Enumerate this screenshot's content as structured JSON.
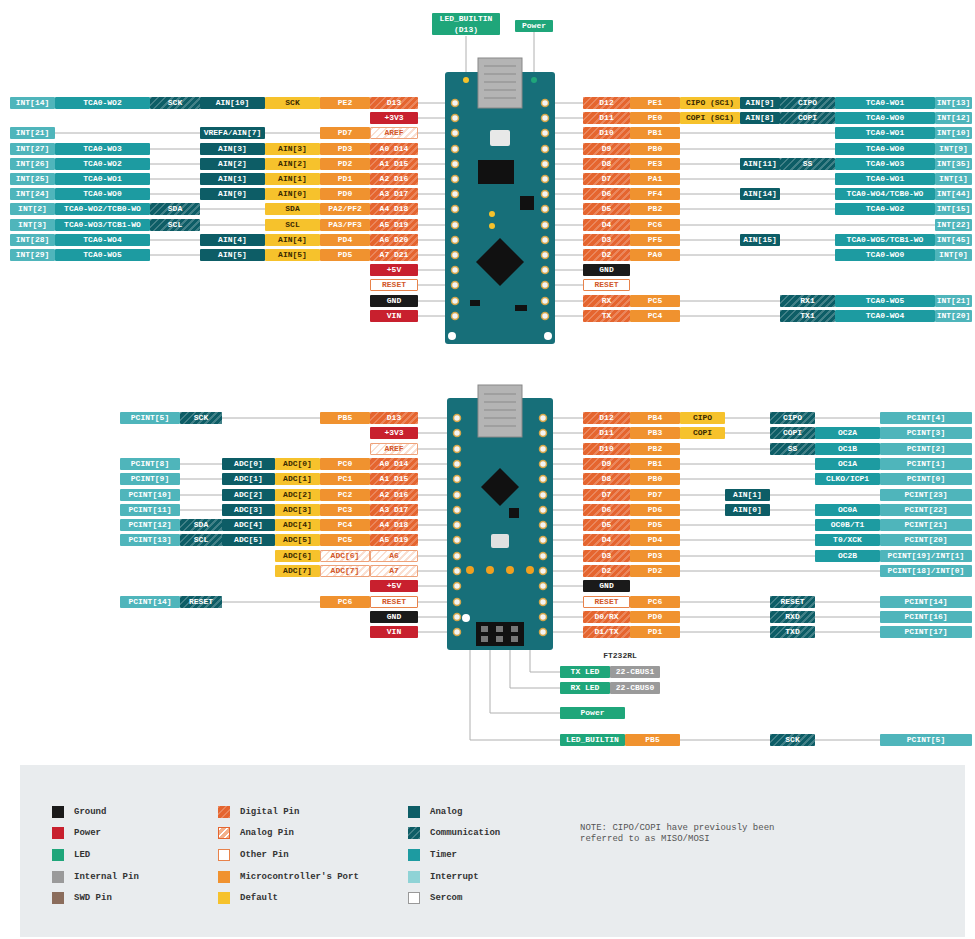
{
  "diagram": {
    "labels": [
      "LED_BUILTIN (D13)",
      "Power",
      "INT[14]",
      "TCA0-WO2",
      "SCK",
      "AIN[10]",
      "SCK",
      "PE2",
      "D13",
      "D12",
      "PE1",
      "CIPO (SC1)",
      "AIN[9]",
      "CIPO",
      "TCA0-WO1",
      "INT[13]",
      "+3V3",
      "D11",
      "PE0",
      "COPI (SC1)",
      "AIN[8]",
      "COPI",
      "TCA0-WO0",
      "INT[12]",
      "INT[21]",
      "VREFA/AIN[7]",
      "PD7",
      "AREF",
      "D10",
      "PB1",
      "TCA0-WO1",
      "INT[10]",
      "INT[27]",
      "TCA0-WO3",
      "AIN[3]",
      "AIN[3]",
      "PD3",
      "A0 D14",
      "D9",
      "PB0",
      "TCA0-WO0",
      "INT[9]",
      "INT[26]",
      "TCA0-WO2",
      "AIN[2]",
      "AIN[2]",
      "PD2",
      "A1 D15",
      "D8",
      "PE3",
      "AIN[11]",
      "SS",
      "TCA0-WO3",
      "INT[35]",
      "INT[25]",
      "TCA0-WO1",
      "AIN[1]",
      "AIN[1]",
      "PD1",
      "A2 D16",
      "D7",
      "PA1",
      "TCA0-WO1",
      "INT[1]",
      "INT[24]",
      "TCA0-WO0",
      "AIN[0]",
      "AIN[0]",
      "PD0",
      "A3 D17",
      "D6",
      "PF4",
      "AIN[14]",
      "TCA0-WO4/TCB0-WO",
      "INT[44]",
      "INT[2]",
      "TCA0-WO2/TCB0-WO",
      "SDA",
      "SDA",
      "PA2/PF2",
      "A4 D18",
      "D5",
      "PB2",
      "TCA0-WO2",
      "INT[15]",
      "INT[3]",
      "TCA0-WO3/TCB1-WO",
      "SCL",
      "SCL",
      "PA3/PF3",
      "A5 D19",
      "D4",
      "PC6",
      "INT[22]",
      "INT[28]",
      "TCA0-WO4",
      "AIN[4]",
      "AIN[4]",
      "PD4",
      "A6 D20",
      "D3",
      "PF5",
      "AIN[15]",
      "TCA0-WO5/TCB1-WO",
      "INT[45]",
      "INT[29]",
      "TCA0-WO5",
      "AIN[5]",
      "AIN[5]",
      "PD5",
      "A7 D21",
      "D2",
      "PA0",
      "TCA0-WO0",
      "INT[0]",
      "+5V",
      "GND",
      "RESET",
      "RESET",
      "GND",
      "RX",
      "PC5",
      "RX1",
      "TCA0-WO5",
      "INT[21]",
      "VIN",
      "TX",
      "PC4",
      "TX1",
      "TCA0-WO4",
      "INT[20]",
      "PCINT[5]",
      "SCK",
      "PB5",
      "D13",
      "D12",
      "PB4",
      "CIPO",
      "CIPO",
      "PCINT[4]",
      "+3V3",
      "D11",
      "PB3",
      "COPI",
      "COPI",
      "OC2A",
      "PCINT[3]",
      "AREF",
      "D10",
      "PB2",
      "SS",
      "OC1B",
      "PCINT[2]",
      "PCINT[8]",
      "ADC[0]",
      "ADC[0]",
      "PC0",
      "A0 D14",
      "D9",
      "PB1",
      "OC1A",
      "PCINT[1]",
      "PCINT[9]",
      "ADC[1]",
      "ADC[1]",
      "PC1",
      "A1 D15",
      "D8",
      "PB0",
      "CLKO/ICP1",
      "PCINT[0]",
      "PCINT[10]",
      "ADC[2]",
      "ADC[2]",
      "PC2",
      "A2 D16",
      "D7",
      "PD7",
      "AIN[1]",
      "PCINT[23]",
      "PCINT[11]",
      "ADC[3]",
      "ADC[3]",
      "PC3",
      "A3 D17",
      "D6",
      "PD6",
      "AIN[0]",
      "OC0A",
      "PCINT[22]",
      "PCINT[12]",
      "SDA",
      "ADC[4]",
      "ADC[4]",
      "PC4",
      "A4 D18",
      "D5",
      "PD5",
      "OC0B/T1",
      "PCINT[21]",
      "PCINT[13]",
      "SCL",
      "ADC[5]",
      "ADC[5]",
      "PC5",
      "A5 D19",
      "D4",
      "PD4",
      "T0/XCK",
      "PCINT[20]",
      "ADC[6]",
      "ADC[6]",
      "A6",
      "D3",
      "PD3",
      "OC2B",
      "PCINT[19]/INT[1]",
      "ADC[7]",
      "ADC[7]",
      "A7",
      "D2",
      "PD2",
      "PCINT[18]/INT[0]",
      "+5V",
      "GND",
      "PCINT[14]",
      "RESET",
      "PC6",
      "RESET",
      "RESET",
      "PC6",
      "RESET",
      "PCINT[14]",
      "GND",
      "D0/RX",
      "PD0",
      "RXD",
      "PCINT[16]",
      "VIN",
      "D1/TX",
      "PD1",
      "TXD",
      "PCINT[17]",
      "FT232RL",
      "TX LED",
      "22-CBUS1",
      "RX LED",
      "22-CBUS0",
      "Power",
      "LED_BUILTIN",
      "PB5",
      "SCK",
      "PCINT[5]",
      "NOTE: CIPO/COPI have previously been referred to as MISO/MOSI"
    ],
    "legend": [
      {
        "text": "Ground",
        "color": "#1a1a1a"
      },
      {
        "text": "Power",
        "color": "#c8202e"
      },
      {
        "text": "LED",
        "color": "#1fa67a"
      },
      {
        "text": "Internal Pin",
        "color": "#9a9a9a"
      },
      {
        "text": "SWD Pin",
        "color": "#8b6d5c"
      },
      {
        "text": "Digital Pin",
        "color": "#e5652f"
      },
      {
        "text": "Analog Pin",
        "color": "#f3b08a"
      },
      {
        "text": "Other Pin"
      },
      {
        "text": "Microcontroller's Port",
        "color": "#f0922f"
      },
      {
        "text": "Default",
        "color": "#f6c22c"
      },
      {
        "text": "Analog",
        "color": "#0d5d66"
      },
      {
        "text": "Communication",
        "color": "#0d5d66"
      },
      {
        "text": "Timer",
        "color": "#1d9ba1"
      },
      {
        "text": "Interrupt",
        "color": "#8fd3d6"
      },
      {
        "text": "Sercom"
      }
    ]
  }
}
